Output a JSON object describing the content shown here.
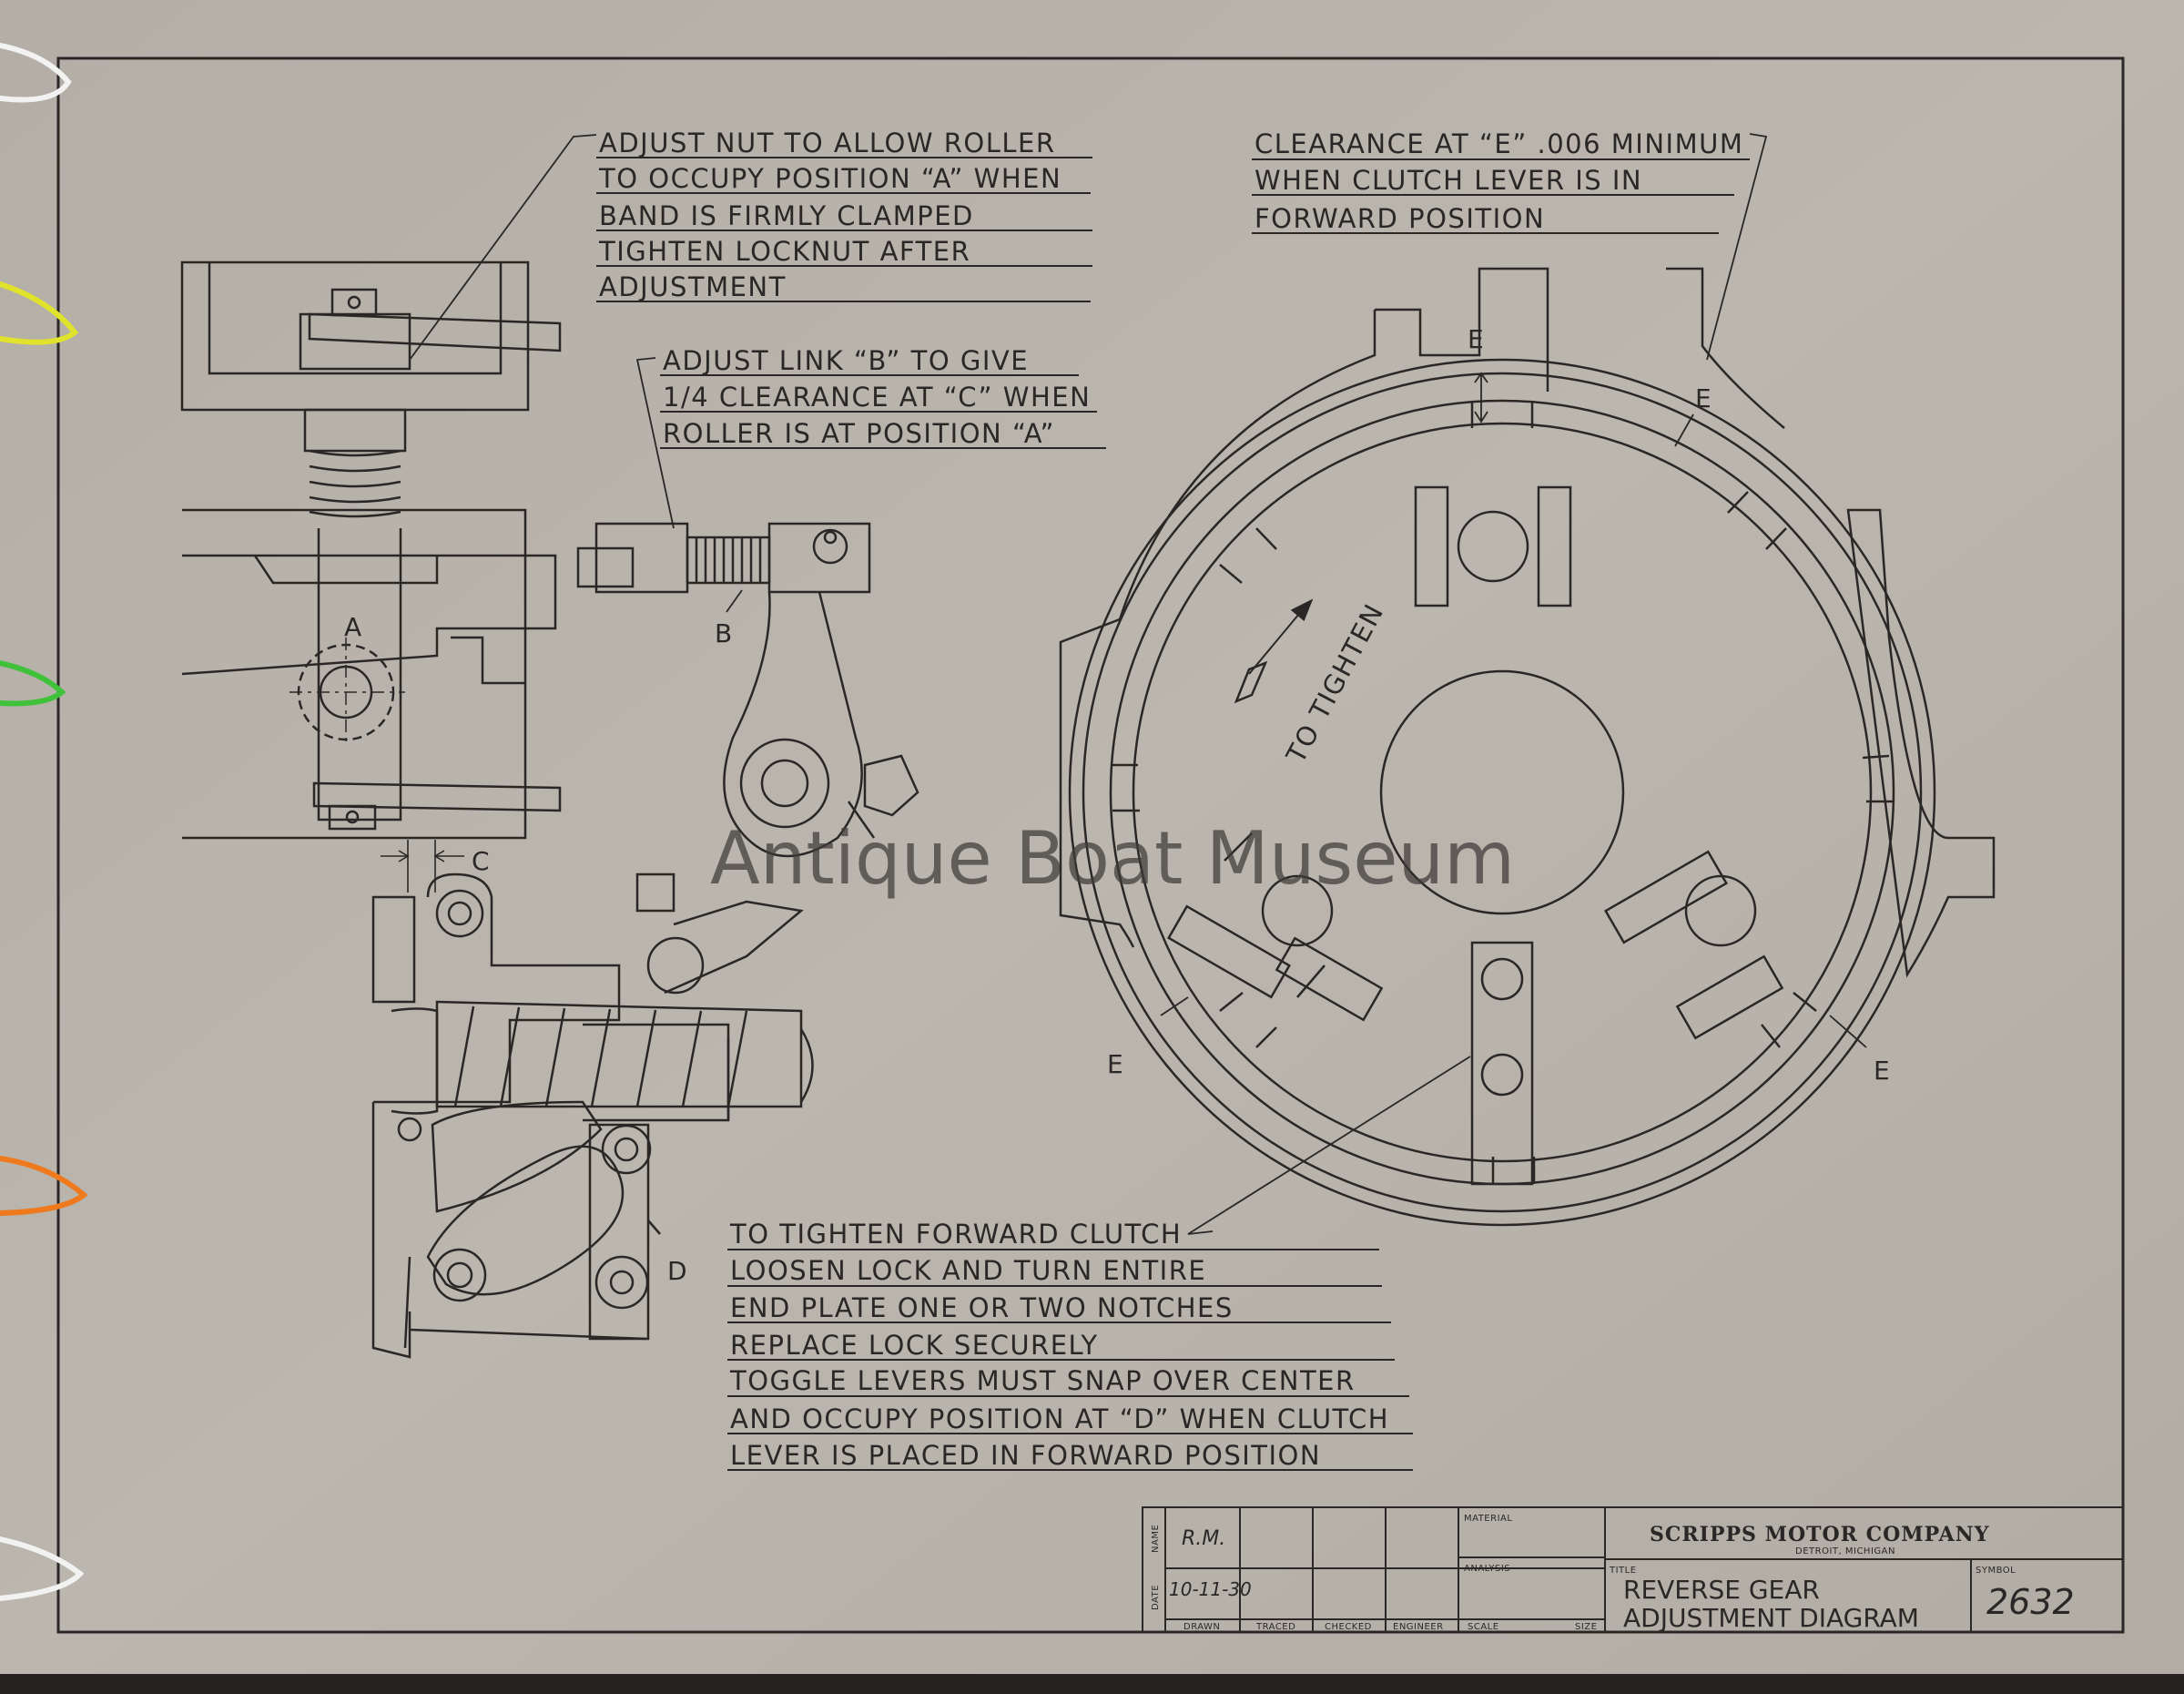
{
  "notes": {
    "adjust_nut": [
      "ADJUST NUT TO ALLOW ROLLER",
      "TO OCCUPY POSITION “A” WHEN",
      "BAND IS FIRMLY CLAMPED",
      "TIGHTEN LOCKNUT AFTER",
      "ADJUSTMENT"
    ],
    "adjust_link": [
      "ADJUST LINK “B” TO GIVE",
      "1/4 CLEARANCE AT “C” WHEN",
      "ROLLER IS AT POSITION “A”"
    ],
    "clearance": [
      "CLEARANCE AT “E” .006 MINIMUM",
      "WHEN CLUTCH LEVER IS IN",
      "FORWARD POSITION"
    ],
    "forward_clutch": [
      "TO TIGHTEN FORWARD CLUTCH",
      "LOOSEN LOCK AND TURN ENTIRE",
      "END PLATE ONE OR TWO NOTCHES",
      "REPLACE LOCK SECURELY",
      "TOGGLE LEVERS MUST SNAP OVER CENTER",
      "AND OCCUPY POSITION AT “D” WHEN CLUTCH",
      "LEVER IS PLACED IN FORWARD POSITION"
    ]
  },
  "labels": {
    "a": "A",
    "b": "B",
    "c": "C",
    "d": "D",
    "e": "E",
    "to_tighten": "TO TIGHTEN"
  },
  "watermark": "Antique Boat Museum",
  "title_block": {
    "name_label": "NAME",
    "date_label": "DATE",
    "name_value": "R.M.",
    "date_value": "10-11-30",
    "col_labels": [
      "DRAWN",
      "TRACED",
      "CHECKED",
      "ENGINEER"
    ],
    "material_label": "MATERIAL",
    "analysis_label": "ANALYSIS",
    "scale_label": "SCALE",
    "size_label": "SIZE",
    "company": "SCRIPPS MOTOR COMPANY",
    "city": "DETROIT, MICHIGAN",
    "title_label": "TITLE",
    "title_lines": [
      "REVERSE GEAR",
      "ADJUSTMENT DIAGRAM"
    ],
    "symbol_label": "SYMBOL",
    "symbol_value": "2632"
  },
  "colors": {
    "paper": "#b7b2aa",
    "ink": "#2a2826",
    "binder": "#262320",
    "clip_white": "#f2f2f2",
    "clip_yellow": "#e1e22c",
    "clip_green": "#3fc23a",
    "clip_orange": "#ef7a1e"
  }
}
